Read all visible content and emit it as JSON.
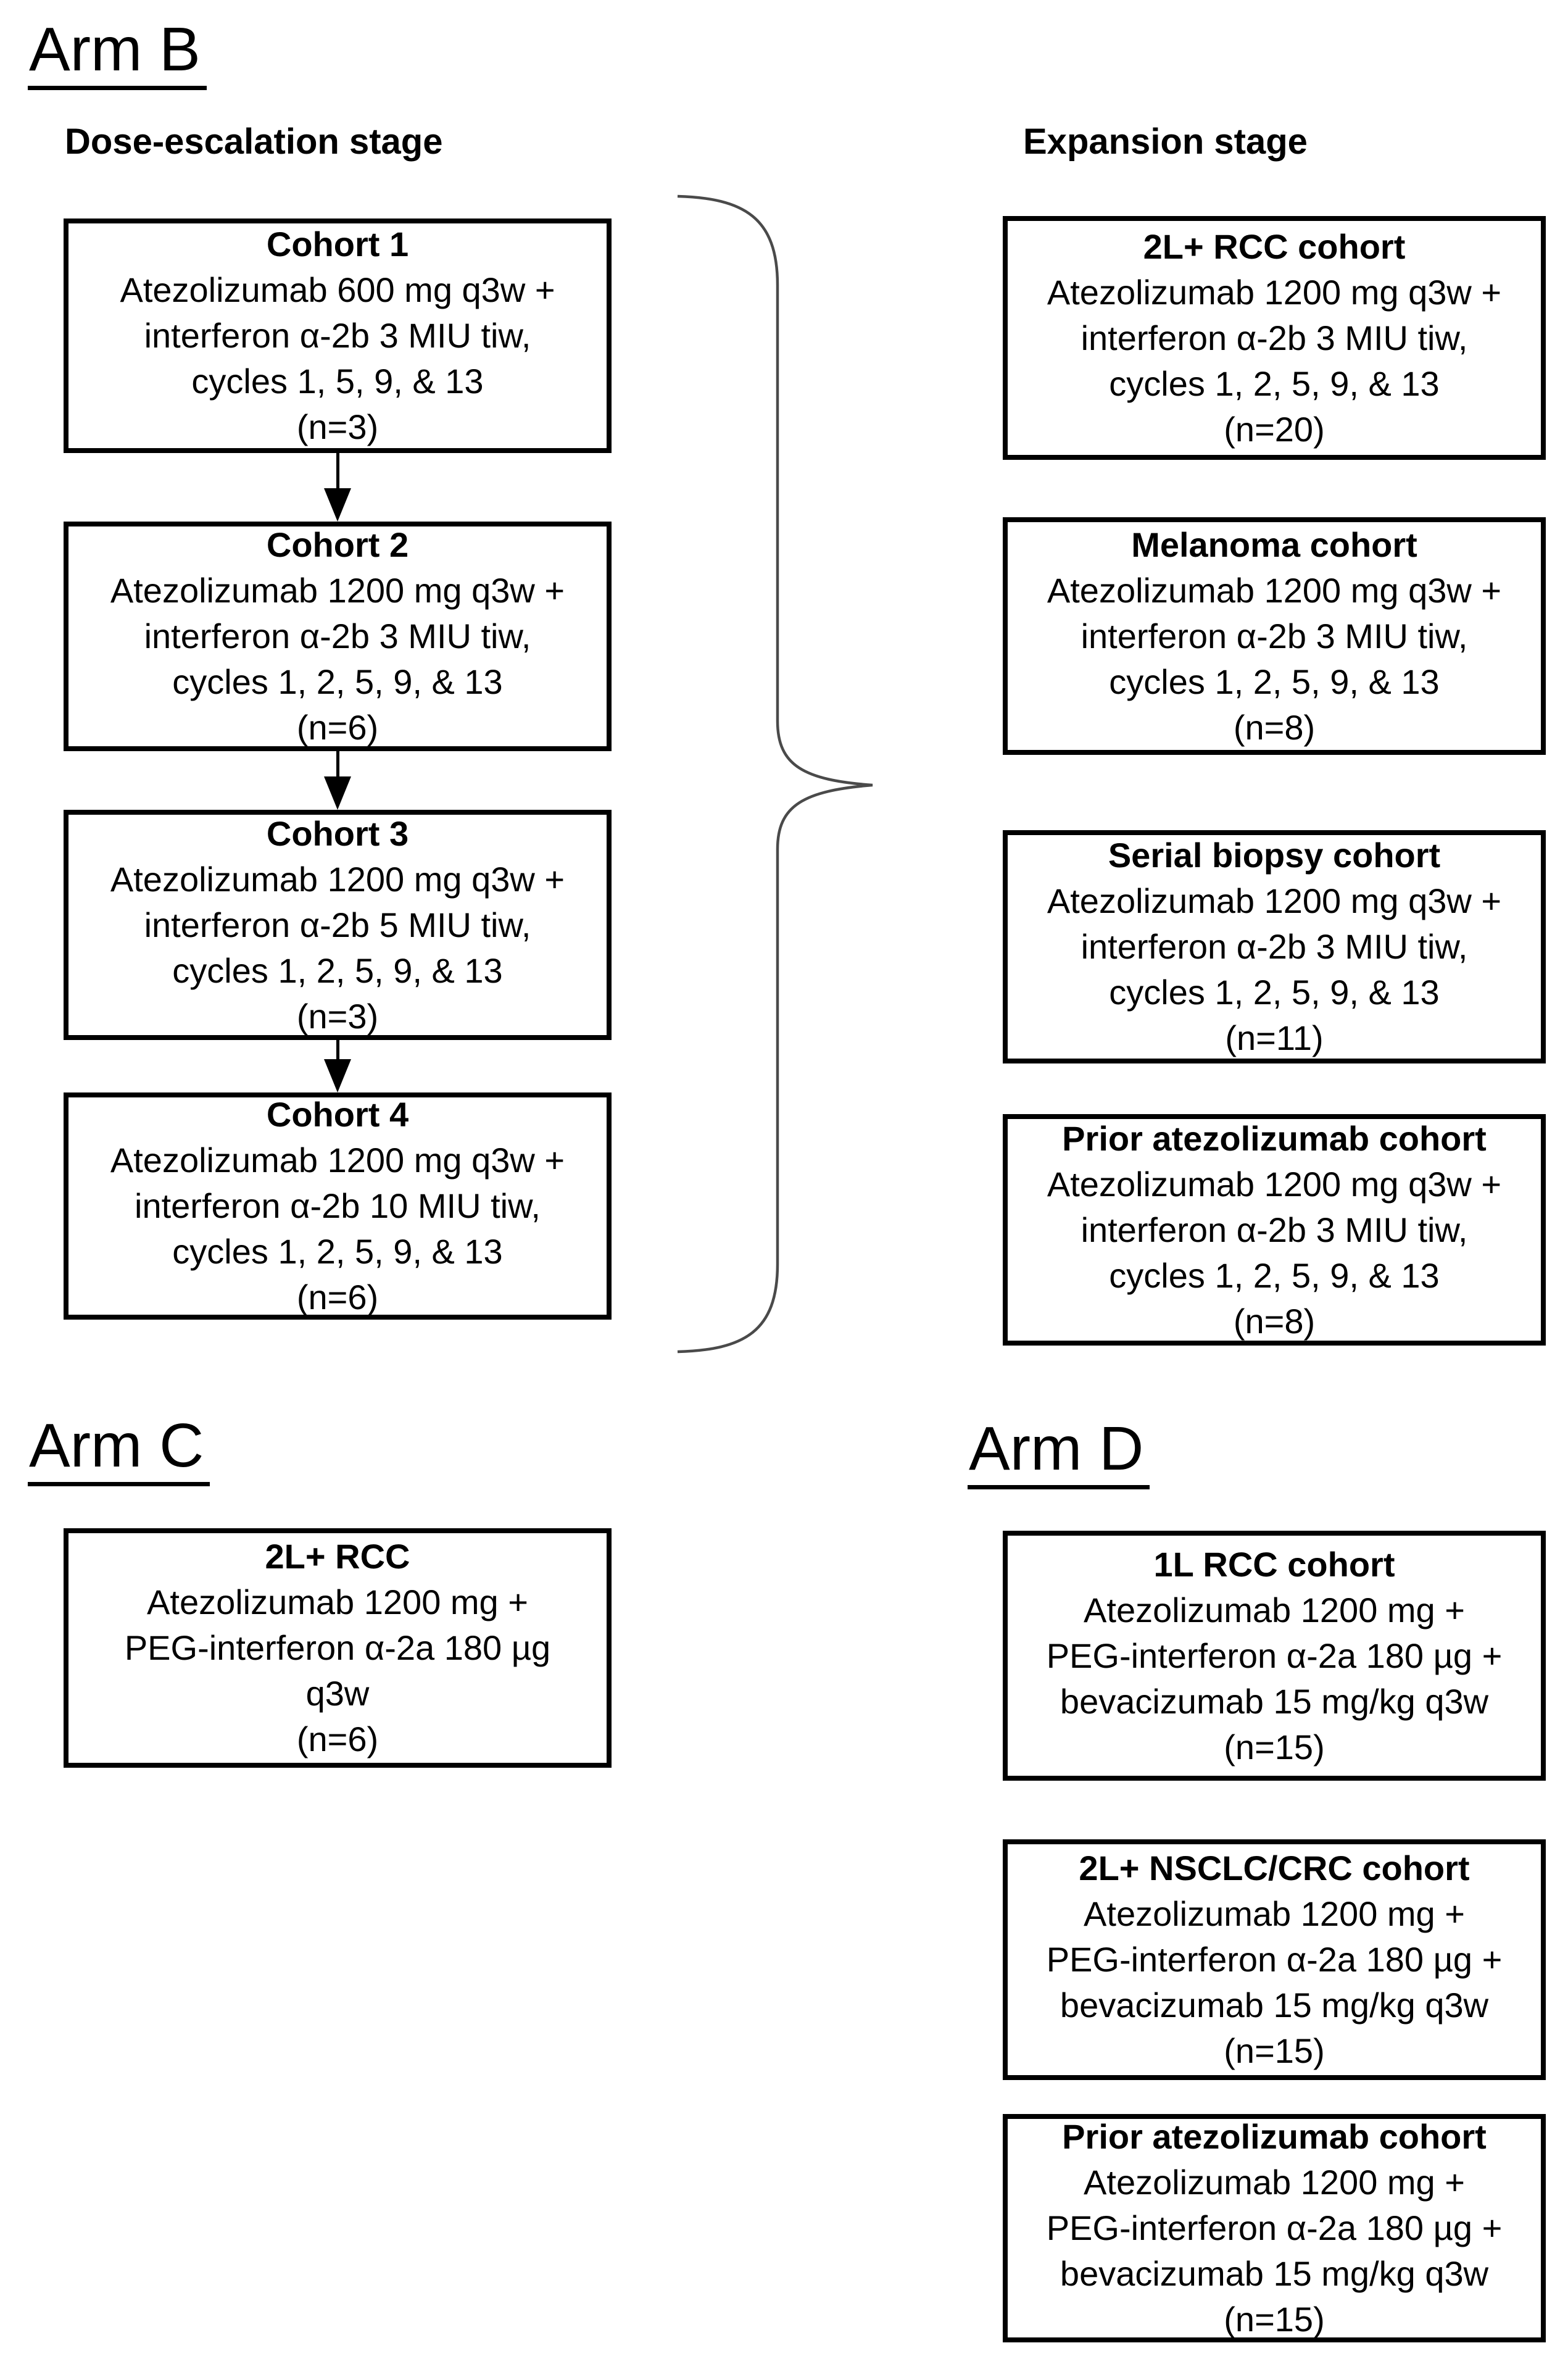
{
  "arm_b": {
    "title": "Arm B",
    "dose_escalation_header": "Dose-escalation stage",
    "expansion_header": "Expansion stage",
    "escalation_cohorts": [
      {
        "title": "Cohort 1",
        "lines": [
          "Atezolizumab 600 mg q3w +",
          "interferon α-2b 3 MIU tiw,",
          "cycles 1, 5, 9, & 13",
          "(n=3)"
        ]
      },
      {
        "title": "Cohort 2",
        "lines": [
          "Atezolizumab 1200 mg q3w +",
          "interferon α-2b 3 MIU tiw,",
          "cycles 1, 2, 5, 9, & 13",
          "(n=6)"
        ]
      },
      {
        "title": "Cohort 3",
        "lines": [
          "Atezolizumab 1200 mg q3w +",
          "interferon α-2b 5 MIU tiw,",
          "cycles 1, 2, 5, 9, & 13",
          "(n=3)"
        ]
      },
      {
        "title": "Cohort 4",
        "lines": [
          "Atezolizumab 1200 mg q3w +",
          "interferon α-2b 10 MIU tiw,",
          "cycles 1, 2, 5, 9, & 13",
          "(n=6)"
        ]
      }
    ],
    "expansion_cohorts": [
      {
        "title": "2L+ RCC cohort",
        "lines": [
          "Atezolizumab 1200 mg q3w +",
          "interferon α-2b 3 MIU tiw,",
          "cycles 1, 2, 5, 9, & 13",
          "(n=20)"
        ]
      },
      {
        "title": "Melanoma cohort",
        "lines": [
          "Atezolizumab 1200 mg q3w +",
          "interferon α-2b 3 MIU tiw,",
          "cycles 1, 2, 5, 9, & 13",
          "(n=8)"
        ]
      },
      {
        "title": "Serial biopsy cohort",
        "lines": [
          "Atezolizumab 1200 mg q3w +",
          "interferon α-2b 3 MIU tiw,",
          "cycles 1, 2, 5, 9, & 13",
          "(n=11)"
        ]
      },
      {
        "title": "Prior atezolizumab cohort",
        "lines": [
          "Atezolizumab 1200 mg q3w +",
          "interferon α-2b 3 MIU tiw,",
          "cycles 1, 2, 5, 9, & 13",
          "(n=8)"
        ]
      }
    ]
  },
  "arm_c": {
    "title": "Arm C",
    "cohorts": [
      {
        "title": "2L+ RCC",
        "lines": [
          "Atezolizumab 1200 mg +",
          "PEG-interferon α-2a 180 µg",
          "q3w",
          "(n=6)"
        ]
      }
    ]
  },
  "arm_d": {
    "title": "Arm D",
    "cohorts": [
      {
        "title": "1L RCC cohort",
        "lines": [
          "Atezolizumab 1200 mg +",
          "PEG-interferon α-2a 180 µg +",
          "bevacizumab 15 mg/kg q3w",
          "(n=15)"
        ]
      },
      {
        "title": "2L+ NSCLC/CRC cohort",
        "lines": [
          "Atezolizumab 1200 mg +",
          "PEG-interferon α-2a 180 µg +",
          "bevacizumab 15 mg/kg q3w",
          "(n=15)"
        ]
      },
      {
        "title": "Prior atezolizumab cohort",
        "lines": [
          "Atezolizumab 1200 mg +",
          "PEG-interferon α-2a 180 µg +",
          "bevacizumab 15 mg/kg q3w",
          "(n=15)"
        ]
      }
    ]
  }
}
